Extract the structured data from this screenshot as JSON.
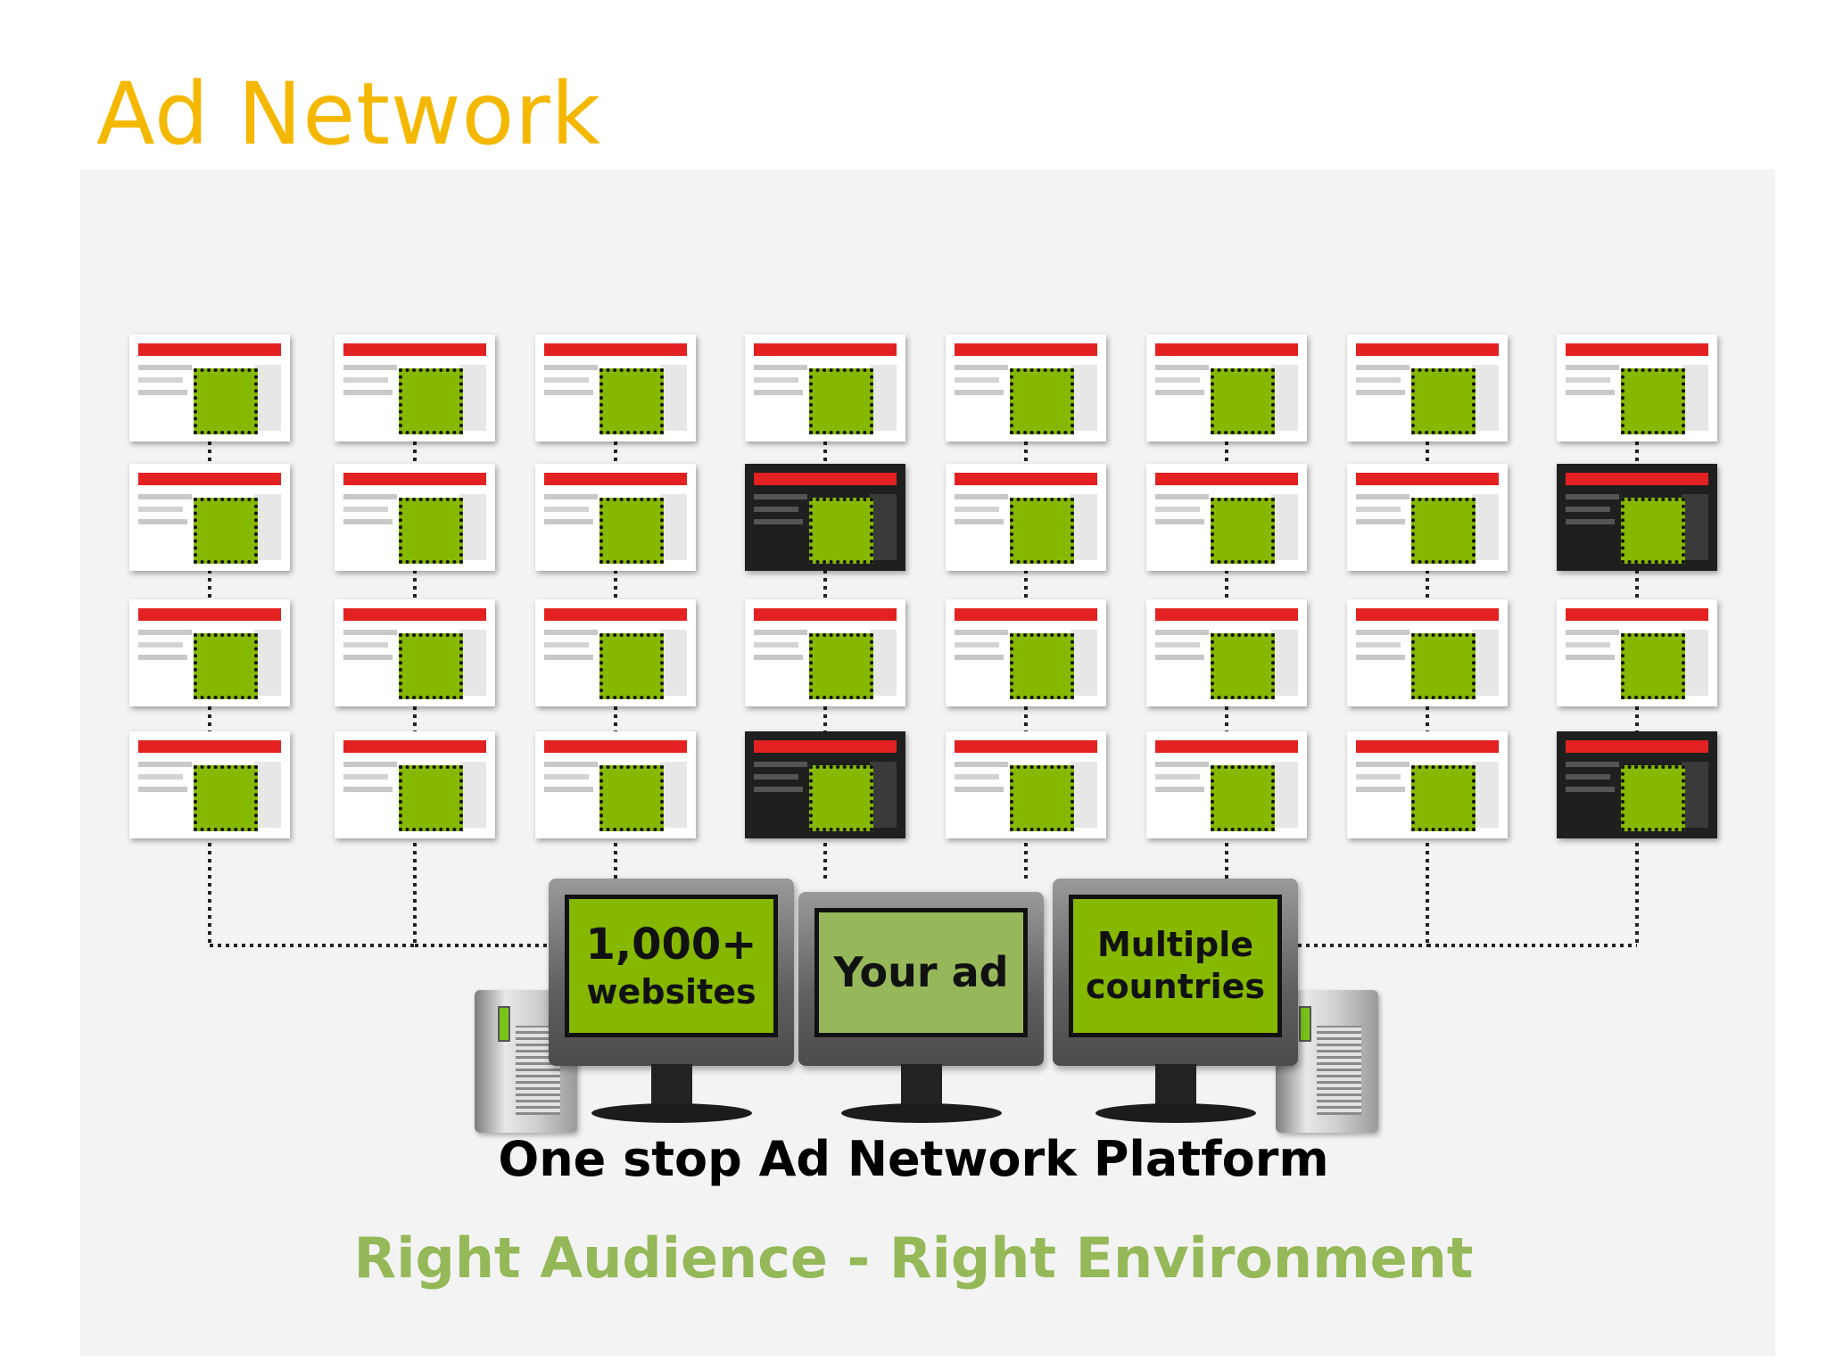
{
  "slide": {
    "title": "Ad Network",
    "tagline": "One stop Ad Network Platform",
    "slogan": "Right Audience - Right Environment"
  },
  "monitors": {
    "left": [
      "1,000+",
      "websites"
    ],
    "center": [
      "Your ad"
    ],
    "right": [
      "Multiple",
      "countries"
    ]
  },
  "grid": {
    "columns": 8,
    "rows": 4,
    "dark_cells": [
      [
        1,
        3
      ],
      [
        1,
        7
      ],
      [
        3,
        3
      ],
      [
        3,
        7
      ]
    ]
  },
  "colors": {
    "title": "#f5b800",
    "slogan": "#95b858",
    "ad_slot": "#86b800",
    "screen_left": "#86b800",
    "screen_center": "#97b85a",
    "screen_right": "#86b800",
    "site_header": "#e32121"
  },
  "icons": {
    "server": "server-tower-icon",
    "monitor": "computer-monitor-icon"
  }
}
